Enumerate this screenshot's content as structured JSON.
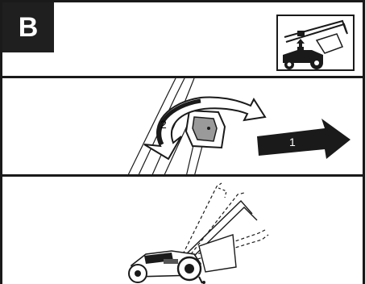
{
  "step": {
    "label": "B"
  },
  "panel2": {
    "arrow_labels": {
      "rotate": "2",
      "pull": "1"
    }
  },
  "icons": {
    "mode_icon": "mower-mulch-mode-icon",
    "lever_icon": "height-lever-icon",
    "folded_mower": "folded-mower-illustration"
  }
}
